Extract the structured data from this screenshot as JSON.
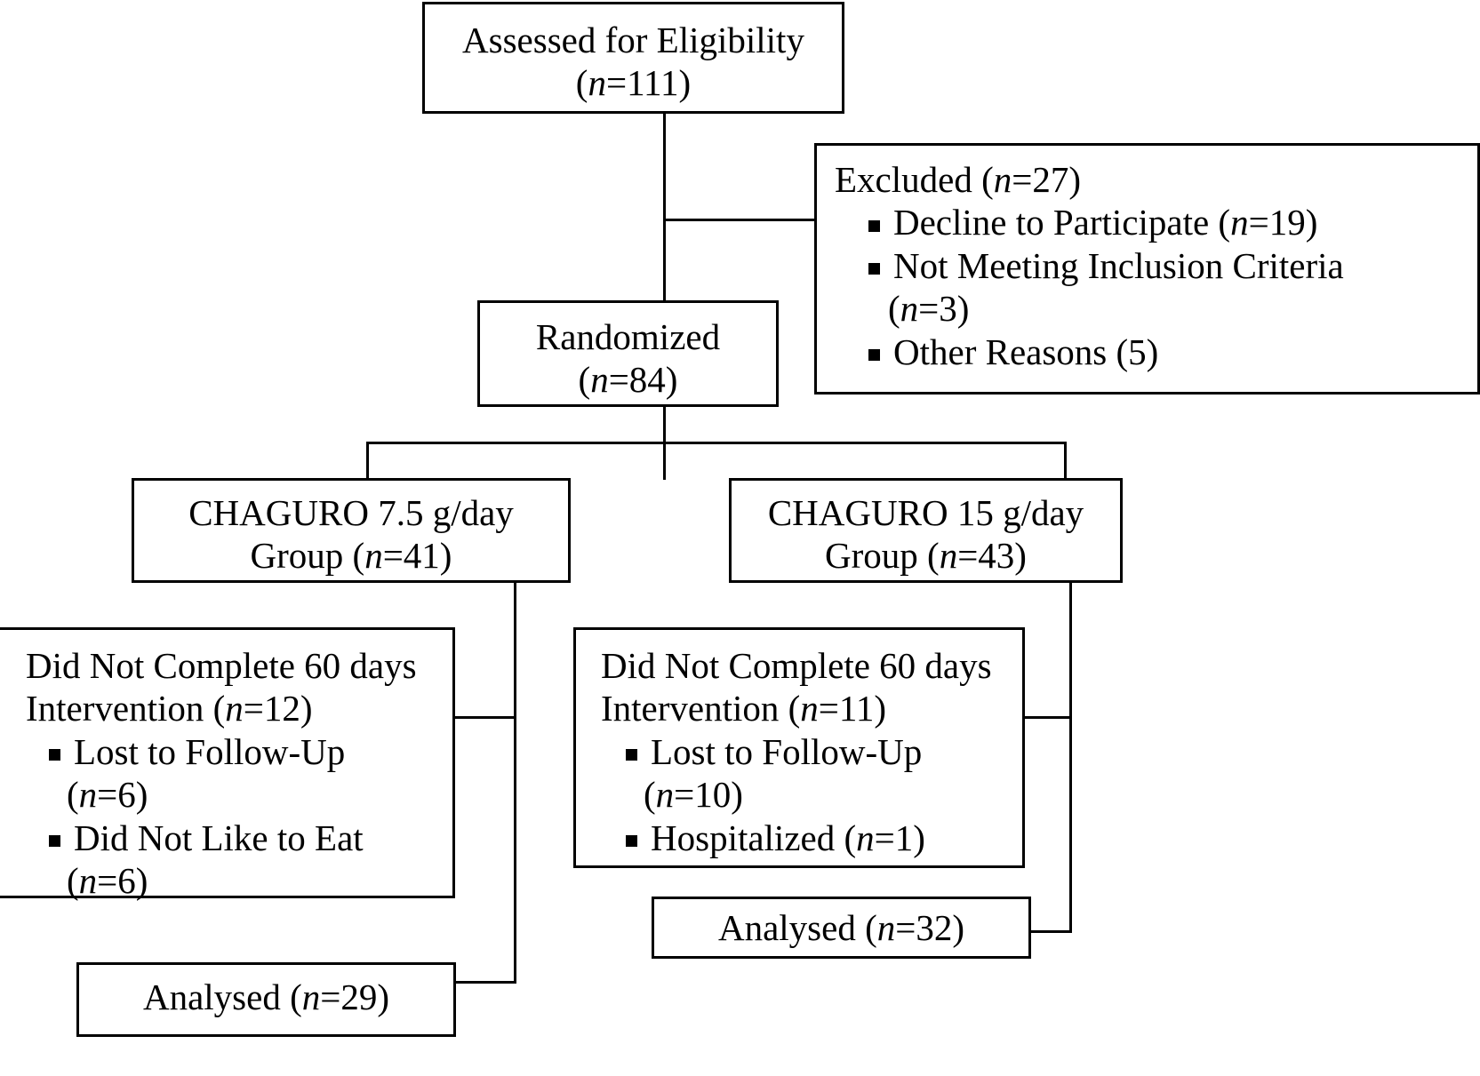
{
  "diagram": {
    "title": "CONSORT Participant Flow Diagram",
    "line_color": "#000000",
    "box_border_color": "#000000",
    "background_color": "#ffffff"
  },
  "nodes": {
    "assessed": {
      "line1": "Assessed for Eligibility",
      "line2_pre": "(",
      "line2_n": "n",
      "line2_post": "=111)"
    },
    "excluded": {
      "heading_pre": "Excluded (",
      "heading_n": "n",
      "heading_post": "=27)",
      "items": [
        {
          "text_pre": "Decline to Participate (",
          "n": "n",
          "text_post": "=19)"
        },
        {
          "text_pre": "Not Meeting Inclusion Criteria",
          "n": "",
          "text_post": ""
        },
        {
          "text_pre": "Other Reasons (5)",
          "n": "",
          "text_post": ""
        }
      ],
      "item2_cont_pre": "(",
      "item2_cont_n": "n",
      "item2_cont_post": "=3)"
    },
    "randomized": {
      "line1": "Randomized",
      "line2_pre": "(",
      "line2_n": "n",
      "line2_post": "=84)"
    },
    "group_left": {
      "line1": "CHAGURO 7.5 g/day",
      "line2_pre": "Group (",
      "line2_n": "n",
      "line2_post": "=41)"
    },
    "group_right": {
      "line1": "CHAGURO 15 g/day",
      "line2_pre": "Group (",
      "line2_n": "n",
      "line2_post": "=43)"
    },
    "dropout_left": {
      "line1": "Did Not Complete 60 days",
      "line2_pre": "Intervention (",
      "line2_n": "n",
      "line2_post": "=12)",
      "items": [
        {
          "label": "Lost to Follow-Up",
          "cont_pre": "(",
          "cont_n": "n",
          "cont_post": "=6)"
        },
        {
          "label": "Did Not Like to Eat",
          "cont_pre": "(",
          "cont_n": "n",
          "cont_post": "=6)"
        }
      ]
    },
    "dropout_right": {
      "line1": "Did Not Complete 60 days",
      "line2_pre": "Intervention (",
      "line2_n": "n",
      "line2_post": "=11)",
      "items": [
        {
          "label": "Lost to Follow-Up",
          "cont_pre": "(",
          "cont_n": "n",
          "cont_post": "=10)"
        }
      ],
      "item_hosp_pre": "Hospitalized (",
      "item_hosp_n": "n",
      "item_hosp_post": "=1)"
    },
    "analysed_left": {
      "text_pre": "Analysed (",
      "text_n": "n",
      "text_post": "=29)"
    },
    "analysed_right": {
      "text_pre": "Analysed (",
      "text_n": "n",
      "text_post": "=32)"
    }
  },
  "chart_data": {
    "type": "diagram",
    "title": "CONSORT Participant Flow Diagram",
    "flow": [
      {
        "id": "assessed",
        "label": "Assessed for Eligibility",
        "n": 111
      },
      {
        "id": "excluded",
        "label": "Excluded",
        "n": 27,
        "children": [
          {
            "label": "Decline to Participate",
            "n": 19
          },
          {
            "label": "Not Meeting Inclusion Criteria",
            "n": 3
          },
          {
            "label": "Other Reasons",
            "n": 5
          }
        ]
      },
      {
        "id": "randomized",
        "label": "Randomized",
        "n": 84
      },
      {
        "id": "group_left",
        "label": "CHAGURO 7.5 g/day Group",
        "n": 41
      },
      {
        "id": "group_right",
        "label": "CHAGURO 15 g/day Group",
        "n": 43
      },
      {
        "id": "dropout_left",
        "label": "Did Not Complete 60 days Intervention",
        "n": 12,
        "children": [
          {
            "label": "Lost to Follow-Up",
            "n": 6
          },
          {
            "label": "Did Not Like to Eat",
            "n": 6
          }
        ]
      },
      {
        "id": "dropout_right",
        "label": "Did Not Complete 60 days Intervention",
        "n": 11,
        "children": [
          {
            "label": "Lost to Follow-Up",
            "n": 10
          },
          {
            "label": "Hospitalized",
            "n": 1
          }
        ]
      },
      {
        "id": "analysed_left",
        "label": "Analysed",
        "n": 29
      },
      {
        "id": "analysed_right",
        "label": "Analysed",
        "n": 32
      }
    ],
    "edges": [
      [
        "assessed",
        "randomized"
      ],
      [
        "assessed",
        "excluded"
      ],
      [
        "randomized",
        "group_left"
      ],
      [
        "randomized",
        "group_right"
      ],
      [
        "group_left",
        "dropout_left"
      ],
      [
        "group_left",
        "analysed_left"
      ],
      [
        "group_right",
        "dropout_right"
      ],
      [
        "group_right",
        "analysed_right"
      ]
    ]
  }
}
